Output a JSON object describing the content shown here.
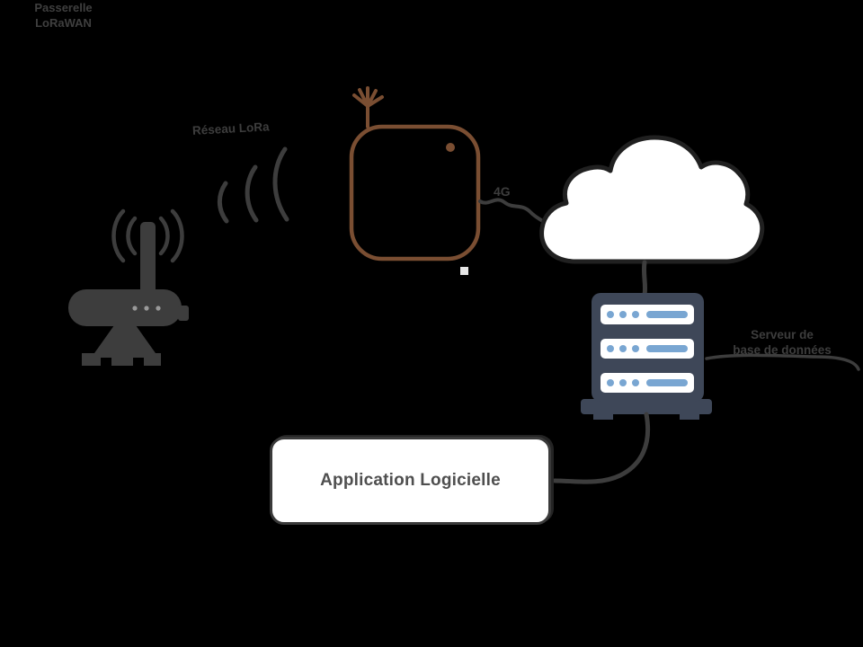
{
  "diagram": {
    "labels": {
      "network": "Réseau LoRa",
      "gateway_line1": "Passerelle",
      "gateway_line2": "LoRaWAN",
      "link": "4G",
      "server_line1": "Serveur de",
      "server_line2": "base de données",
      "application": "Application Logicielle"
    },
    "icons": {
      "device": "antenna-router-icon",
      "device_waves": "radio-waves-icon",
      "signal": "signal-arcs-icon",
      "gateway_antenna": "broadcast-icon",
      "gateway_indicator": "indicator-dot",
      "cloud": "cloud-icon",
      "server": "server-rack-icon"
    },
    "colors": {
      "background": "#000000",
      "ink": "#3d3d3d",
      "gateway_stroke": "#7a4e32",
      "cloud_fill": "#ffffff",
      "cloud_stroke": "#202020",
      "server_body": "#3e4758",
      "server_accent": "#79a6d2",
      "panel_fill": "#ffffff",
      "panel_border": "#3a3a3a",
      "panel_text": "#4f4f4f"
    }
  }
}
